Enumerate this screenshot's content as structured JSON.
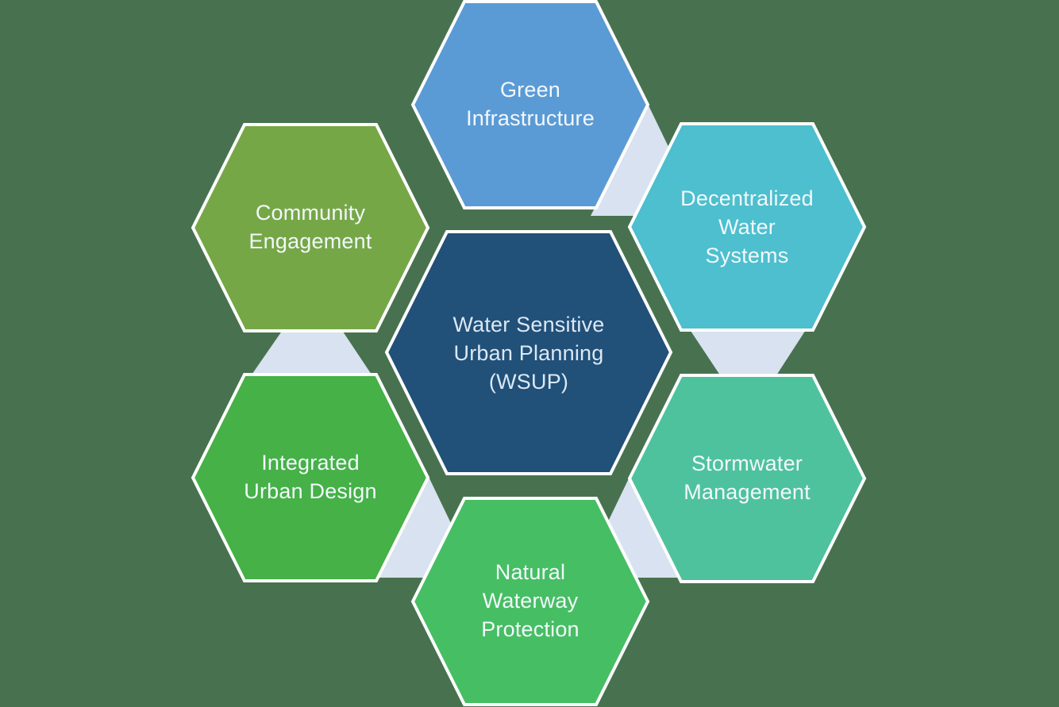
{
  "diagram": {
    "title": "Water Sensitive Urban Planning (WSUP) hexagon diagram",
    "background_color": "#48724F",
    "connector_color": "#D9E2F0",
    "border_color": "#FFFFFF",
    "center": {
      "id": "wsup",
      "label": "Water Sensitive\nUrban Planning\n(WSUP)",
      "color": "#215078",
      "text_color": "#DCE8F4"
    },
    "nodes": [
      {
        "id": "green-infrastructure",
        "label": "Green\nInfrastructure",
        "color": "#5B9BD5",
        "position": "top"
      },
      {
        "id": "decentralized-water-systems",
        "label": "Decentralized\nWater\nSystems",
        "color": "#4DBFCE",
        "position": "top-right"
      },
      {
        "id": "stormwater-management",
        "label": "Stormwater\nManagement",
        "color": "#4EC29C",
        "position": "bottom-right"
      },
      {
        "id": "natural-waterway-protection",
        "label": "Natural\nWaterway\nProtection",
        "color": "#46BE63",
        "position": "bottom"
      },
      {
        "id": "integrated-urban-design",
        "label": "Integrated\nUrban Design",
        "color": "#45B147",
        "position": "bottom-left"
      },
      {
        "id": "community-engagement",
        "label": "Community\nEngagement",
        "color": "#76A747",
        "position": "top-left"
      }
    ],
    "text_color": "#F2F8FC"
  }
}
